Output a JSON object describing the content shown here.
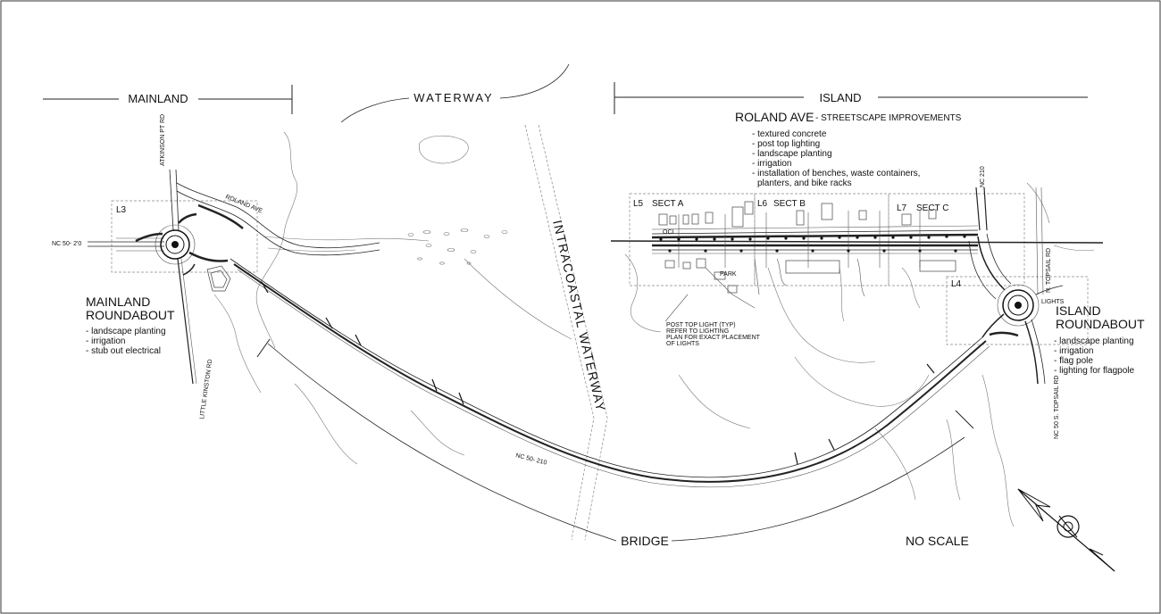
{
  "labels": {
    "mainland": "MAINLAND",
    "waterway": "WATERWAY",
    "island": "ISLAND",
    "roland_title": "ROLAND AVE",
    "roland_subtitle": "- STREETSCAPE IMPROVEMENTS",
    "intracoastal": "INTRACOASTAL WATERWAY",
    "bridge": "BRIDGE",
    "no_scale": "NO SCALE",
    "nc50_210_west": "NC 50- 2'0",
    "nc50_210_bridge": "NC 50- 210",
    "nc210": "NC 210",
    "atkinson": "ATKINSON PT RD",
    "little_kinston": "LITTLE KINSTON RD",
    "roland_ave_road": "ROLAND AVE",
    "n_topsail": "N. TOPSAIL RD",
    "s_topsail": "NC 50 S. TOPSAIL RD",
    "park": "PARK",
    "ocl": "OCL",
    "lights": "LIGHTS",
    "l3": "L3",
    "l4": "L4",
    "l5": "L5",
    "l6": "L6",
    "l7": "L7",
    "sect_a": "SECT A",
    "sect_b": "SECT B",
    "sect_c": "SECT C"
  },
  "roland_items": [
    "- textured concrete",
    "- post top lighting",
    "- landscape planting",
    "- irrigation",
    "- installation of benches, waste containers,",
    "planters, and bike racks"
  ],
  "mainland_roundabout": {
    "title_line1": "MAINLAND",
    "title_line2": "ROUNDABOUT",
    "items": [
      "- landscape planting",
      "- irrigation",
      "- stub out electrical"
    ]
  },
  "island_roundabout": {
    "title_line1": "ISLAND",
    "title_line2": "ROUNDABOUT",
    "items": [
      "- landscape planting",
      "- irrigation",
      "- flag pole",
      "- lighting for flagpole"
    ]
  },
  "post_top_note": [
    "POST TOP LIGHT (TYP)",
    "REFER TO LIGHTING",
    "PLAN FOR EXACT PLACEMENT",
    "OF LIGHTS"
  ]
}
